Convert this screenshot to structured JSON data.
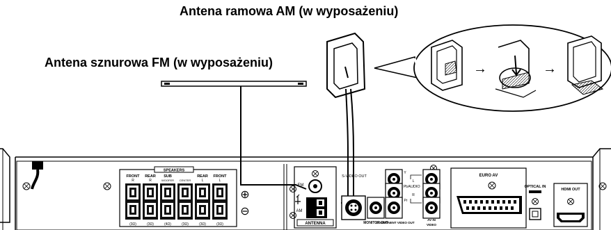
{
  "captions": {
    "am_antenna": "Antena ramowa AM (w wyposażeniu)",
    "fm_antenna": "Antena sznurowa FM (w wyposażeniu)"
  },
  "speakers": {
    "group_label": "SPEAKERS",
    "channels": [
      {
        "top": "FRONT",
        "sub": "R",
        "ohm": "(3Ω)"
      },
      {
        "top": "REAR",
        "sub": "R",
        "ohm": "(3Ω)"
      },
      {
        "top": "SUB",
        "sub": "WOOFER",
        "ohm": "(4Ω)"
      },
      {
        "top": "",
        "sub": "CENTER",
        "ohm": "(3Ω)"
      },
      {
        "top": "REAR",
        "sub": "L",
        "ohm": "(3Ω)"
      },
      {
        "top": "FRONT",
        "sub": "L",
        "ohm": "(3Ω)"
      }
    ],
    "plus": "⊕",
    "minus": "⊖"
  },
  "antenna": {
    "fm": "FM",
    "am": "AM",
    "label": "ANTENNA"
  },
  "video": {
    "svideo": "S-VIDEO OUT",
    "monitor": "MONITOR OUT",
    "component": "COMPONENT VIDEO OUT",
    "y": "Y",
    "pb": "Pb",
    "pr": "Pr"
  },
  "av_in": {
    "audio": "AUDIO",
    "l": "L",
    "r": "R",
    "video": "VIDEO",
    "label": "AV IN"
  },
  "euro_av": "EURO AV",
  "optical_in": "OPTICAL IN",
  "hdmi_out": "HDMI OUT",
  "arrows": [
    "→",
    "→"
  ]
}
